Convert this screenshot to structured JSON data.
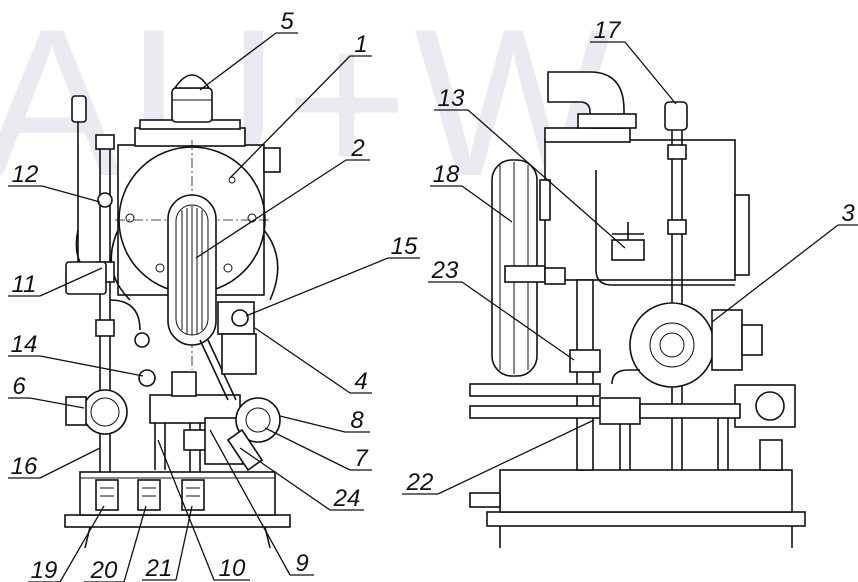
{
  "watermark": "AU+W",
  "callouts": [
    {
      "id": "c1",
      "text": "1"
    },
    {
      "id": "c2",
      "text": "2"
    },
    {
      "id": "c3",
      "text": "3"
    },
    {
      "id": "c4",
      "text": "4"
    },
    {
      "id": "c5",
      "text": "5"
    },
    {
      "id": "c6",
      "text": "6"
    },
    {
      "id": "c7",
      "text": "7"
    },
    {
      "id": "c8",
      "text": "8"
    },
    {
      "id": "c9",
      "text": "9"
    },
    {
      "id": "c10",
      "text": "10"
    },
    {
      "id": "c11",
      "text": "11"
    },
    {
      "id": "c12",
      "text": "12"
    },
    {
      "id": "c13",
      "text": "13"
    },
    {
      "id": "c14",
      "text": "14"
    },
    {
      "id": "c15",
      "text": "15"
    },
    {
      "id": "c16",
      "text": "16"
    },
    {
      "id": "c17",
      "text": "17"
    },
    {
      "id": "c18",
      "text": "18"
    },
    {
      "id": "c19",
      "text": "19"
    },
    {
      "id": "c20",
      "text": "20"
    },
    {
      "id": "c21",
      "text": "21"
    },
    {
      "id": "c22",
      "text": "22"
    },
    {
      "id": "c23",
      "text": "23"
    },
    {
      "id": "c24",
      "text": "24"
    }
  ]
}
